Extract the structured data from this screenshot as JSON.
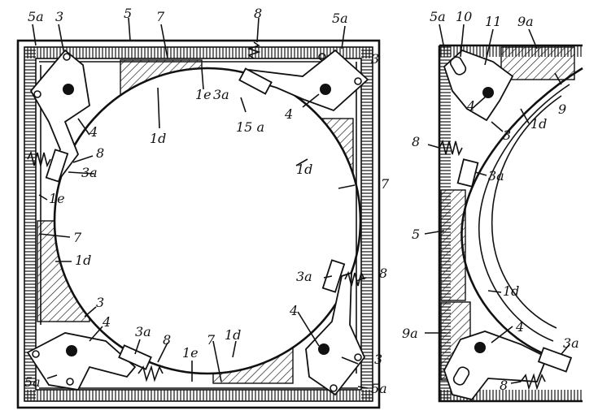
{
  "figure": {
    "left_view_labels": [
      {
        "id": "l-5a-tl",
        "text": "5a"
      },
      {
        "id": "l-3-tl",
        "text": "3"
      },
      {
        "id": "l-5-top",
        "text": "5"
      },
      {
        "id": "l-7-top",
        "text": "7"
      },
      {
        "id": "l-8-top",
        "text": "8"
      },
      {
        "id": "l-5a-tr",
        "text": "5a"
      },
      {
        "id": "l-3-tr",
        "text": "3"
      },
      {
        "id": "l-1e-top",
        "text": "1e"
      },
      {
        "id": "l-3a-top",
        "text": "3a"
      },
      {
        "id": "l-15a",
        "text": "15 a"
      },
      {
        "id": "l-4-tr",
        "text": "4"
      },
      {
        "id": "l-1d-top",
        "text": "1d"
      },
      {
        "id": "l-4-l",
        "text": "4"
      },
      {
        "id": "l-8-l",
        "text": "8"
      },
      {
        "id": "l-3a-l",
        "text": "3a"
      },
      {
        "id": "l-1d-r",
        "text": "1d"
      },
      {
        "id": "l-7-r",
        "text": "7"
      },
      {
        "id": "l-1e-l",
        "text": "1e"
      },
      {
        "id": "l-7-l",
        "text": "7"
      },
      {
        "id": "l-1d-l",
        "text": "1d"
      },
      {
        "id": "l-3a-r",
        "text": "3a"
      },
      {
        "id": "l-8-r",
        "text": "8"
      },
      {
        "id": "l-3-bl",
        "text": "3"
      },
      {
        "id": "l-4-bl",
        "text": "4"
      },
      {
        "id": "l-3a-bl",
        "text": "3a"
      },
      {
        "id": "l-8-bl",
        "text": "8"
      },
      {
        "id": "l-1e-b",
        "text": "1e"
      },
      {
        "id": "l-7-b",
        "text": "7"
      },
      {
        "id": "l-1d-b",
        "text": "1d"
      },
      {
        "id": "l-4-br",
        "text": "4"
      },
      {
        "id": "l-3-br",
        "text": "3"
      },
      {
        "id": "l-5a-bl",
        "text": "5a"
      },
      {
        "id": "l-5a-br",
        "text": "5a"
      }
    ],
    "right_view_labels": [
      {
        "id": "r-5a-t",
        "text": "5a"
      },
      {
        "id": "r-10",
        "text": "10"
      },
      {
        "id": "r-11",
        "text": "11"
      },
      {
        "id": "r-9a-t",
        "text": "9a"
      },
      {
        "id": "r-4-t",
        "text": "4"
      },
      {
        "id": "r-9",
        "text": "9"
      },
      {
        "id": "r-1d-t",
        "text": "1d"
      },
      {
        "id": "r-3",
        "text": "3"
      },
      {
        "id": "r-8-t",
        "text": "8"
      },
      {
        "id": "r-3a-t",
        "text": "3a"
      },
      {
        "id": "r-5",
        "text": "5"
      },
      {
        "id": "r-1d-m",
        "text": "1d"
      },
      {
        "id": "r-9a-b",
        "text": "9a"
      },
      {
        "id": "r-4-b",
        "text": "4"
      },
      {
        "id": "r-3a-b",
        "text": "3a"
      },
      {
        "id": "r-8-b",
        "text": "8"
      }
    ]
  }
}
